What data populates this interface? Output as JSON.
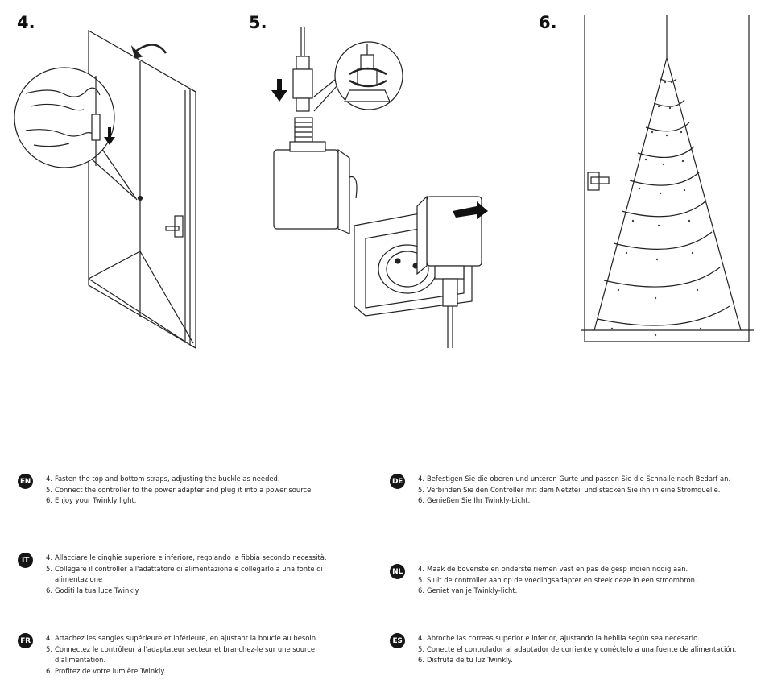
{
  "steps": [
    {
      "number": "4."
    },
    {
      "number": "5."
    },
    {
      "number": "6."
    }
  ],
  "icons": {
    "step4": "door-strap-installation-illustration",
    "step5": "controller-adapter-plug-illustration",
    "step6": "light-tree-on-door-illustration"
  },
  "languages": [
    {
      "code": "EN",
      "lines": [
        {
          "n": "4.",
          "text": "Fasten the top and bottom straps, adjusting the buckle as needed."
        },
        {
          "n": "5.",
          "text": "Connect the controller to the power adapter and plug it into a power source."
        },
        {
          "n": "6.",
          "text": "Enjoy your Twinkly light."
        }
      ]
    },
    {
      "code": "DE",
      "lines": [
        {
          "n": "4.",
          "text": "Befestigen Sie die oberen und unteren Gurte und passen Sie die Schnalle nach Bedarf an."
        },
        {
          "n": "5.",
          "text": "Verbinden Sie den Controller mit dem Netzteil und stecken Sie ihn in eine Stromquelle."
        },
        {
          "n": "6.",
          "text": "Genießen Sie Ihr Twinkly-Licht."
        }
      ]
    },
    {
      "code": "IT",
      "lines": [
        {
          "n": "4.",
          "text": "Allacciare le cinghie superiore e inferiore, regolando la fibbia secondo necessità."
        },
        {
          "n": "5.",
          "text": "Collegare il controller all'adattatore di alimentazione e collegarlo a una fonte di alimentazione"
        },
        {
          "n": "6.",
          "text": "Goditi la tua luce Twinkly."
        }
      ]
    },
    {
      "code": "NL",
      "lines": [
        {
          "n": "4.",
          "text": "Maak de bovenste en onderste riemen vast en pas de gesp indien nodig aan."
        },
        {
          "n": "5.",
          "text": "Sluit de controller aan op de voedingsadapter en steek deze in een stroombron."
        },
        {
          "n": "6.",
          "text": "Geniet van je Twinkly-licht."
        }
      ]
    },
    {
      "code": "FR",
      "lines": [
        {
          "n": "4.",
          "text": "Attachez les sangles supérieure et inférieure, en ajustant la boucle au besoin."
        },
        {
          "n": "5.",
          "text": "Connectez le contrôleur à l'adaptateur secteur et branchez-le sur une source d'alimentation."
        },
        {
          "n": "6.",
          "text": "Profitez de votre lumière Twinkly."
        }
      ]
    },
    {
      "code": "ES",
      "lines": [
        {
          "n": "4.",
          "text": "Abroche las correas superior e inferior, ajustando la hebilla según sea necesario."
        },
        {
          "n": "5.",
          "text": "Conecte el controlador al adaptador de corriente y conéctelo a una fuente de alimentación."
        },
        {
          "n": "6.",
          "text": "Disfruta de tu luz Twinkly."
        }
      ]
    }
  ]
}
